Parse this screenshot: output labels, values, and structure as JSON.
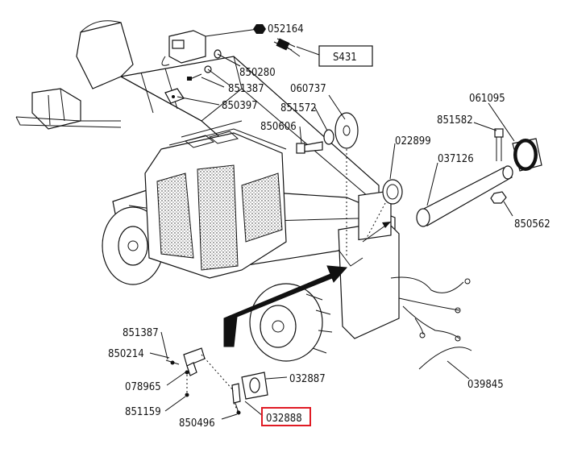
{
  "diagram": {
    "part_numbers": {
      "p052164": "052164",
      "p850280": "850280",
      "p851387_top": "851387",
      "p850397": "850397",
      "p060737": "060737",
      "p851572": "851572",
      "p850606": "850606",
      "p022899": "022899",
      "p061095": "061095",
      "p851582": "851582",
      "p037126": "037126",
      "p850562": "850562",
      "p851387_bot": "851387",
      "p850214": "850214",
      "p078965": "078965",
      "p851159": "851159",
      "p850496": "850496",
      "p032887": "032887",
      "p032888": "032888",
      "p039845": "039845"
    },
    "ref_box": "S431",
    "highlight_color": "#e01b24"
  }
}
